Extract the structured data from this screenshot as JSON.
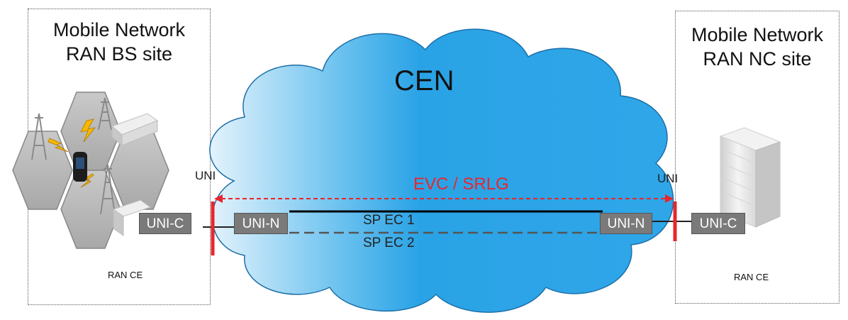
{
  "sites": {
    "left": {
      "title_line1": "Mobile Network",
      "title_line2": "RAN BS site",
      "ce_label": "RAN CE"
    },
    "right": {
      "title_line1": "Mobile Network",
      "title_line2": "RAN NC site",
      "ce_label": "RAN CE"
    }
  },
  "cloud": {
    "label": "CEN"
  },
  "interfaces": {
    "uni_left": "UNI",
    "uni_right": "UNI",
    "uni_c_left": "UNI-C",
    "uni_n_left": "UNI-N",
    "uni_n_right": "UNI-N",
    "uni_c_right": "UNI-C"
  },
  "connections": {
    "evc": "EVC / SRLG",
    "sp_ec_1": "SP EC 1",
    "sp_ec_2": "SP EC 2"
  },
  "colors": {
    "cloud_dark": "#2aa3e6",
    "cloud_light": "#dff1fb",
    "evc": "#e8262d",
    "interface_box": "#7a7a7a",
    "uni_marker": "#e8262d"
  }
}
